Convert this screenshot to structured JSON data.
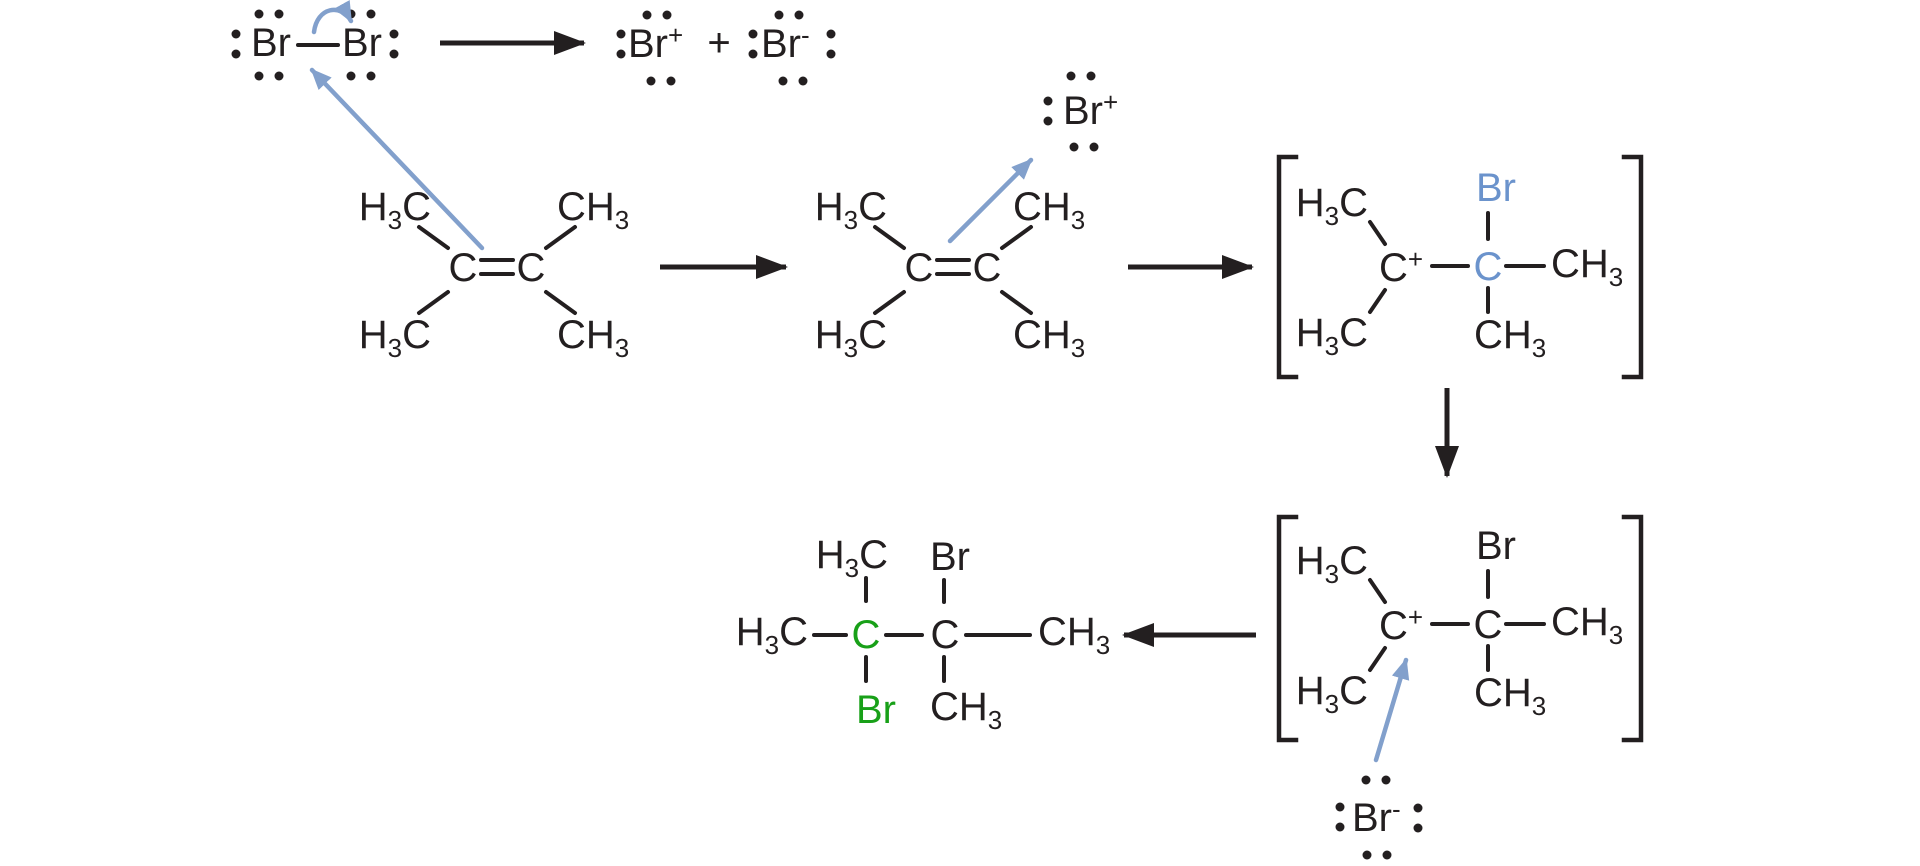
{
  "colors": {
    "ink": "#231f20",
    "blue_arrow": "#82a0cc",
    "blue_atom": "#6b93cc",
    "green_atom": "#18a018",
    "bg": "#ffffff"
  },
  "step1": {
    "br2": {
      "left": "Br",
      "right": "Br"
    },
    "products": {
      "cation": "Br^+",
      "plus": "+",
      "anion": "Br^-"
    }
  },
  "alkene1": {
    "top_left": "H_3C",
    "top_right": "CH_3",
    "carbon_left": "C",
    "carbon_right": "C",
    "bottom_left": "H_3C",
    "bottom_right": "CH_3"
  },
  "electrophile": {
    "label": "Br^+"
  },
  "alkene2": {
    "top_left": "H_3C",
    "top_right": "CH_3",
    "carbon_left": "C",
    "carbon_right": "C",
    "bottom_left": "H_3C",
    "bottom_right": "CH_3"
  },
  "cation1": {
    "top_left": "H_3C",
    "br_top": "Br",
    "carbon_plus": "C^+",
    "carbon_br": "C",
    "methyl_right": "CH_3",
    "bottom_left": "H_3C",
    "methyl_bottom": "CH_3"
  },
  "cation2": {
    "top_left": "H_3C",
    "br_top": "Br",
    "carbon_plus": "C^+",
    "carbon_br": "C",
    "methyl_right": "CH_3",
    "bottom_left": "H_3C",
    "methyl_bottom": "CH_3"
  },
  "nucleophile": {
    "label": "Br^-"
  },
  "product": {
    "methyl_left": "H_3C",
    "methyl_top": "H_3C",
    "br_top": "Br",
    "carbon_green": "C",
    "carbon_right": "C",
    "methyl_right": "CH_3",
    "br_bottom": "Br",
    "methyl_bottom": "CH_3"
  }
}
